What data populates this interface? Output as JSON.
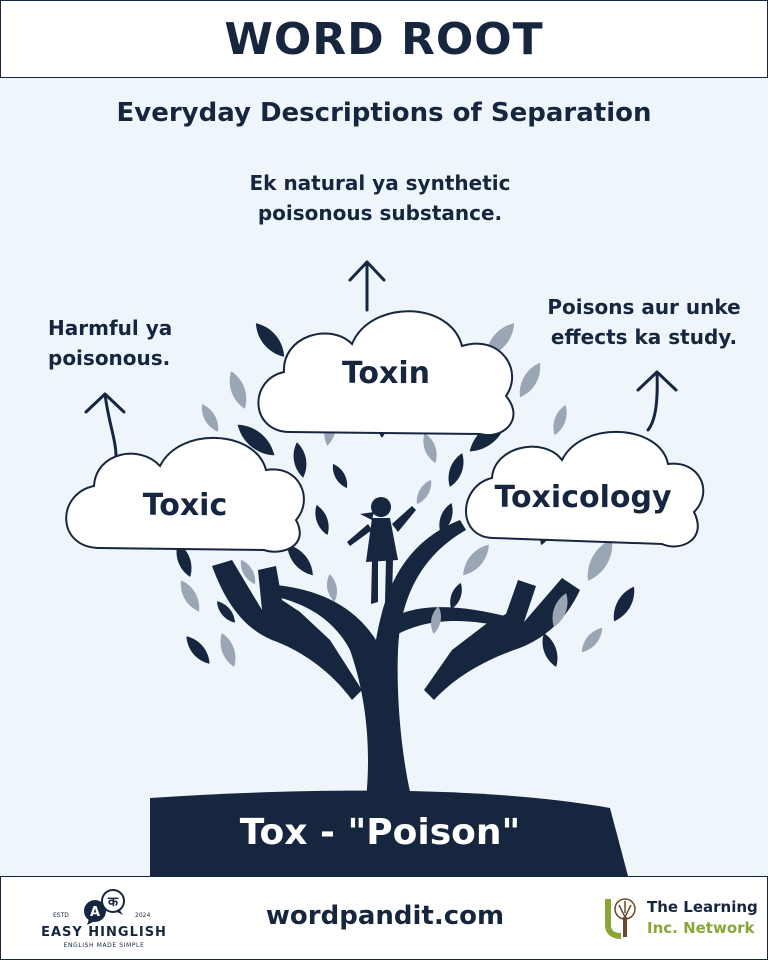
{
  "header": {
    "title": "WORD ROOT"
  },
  "subtitle": "Everyday Descriptions of Separation",
  "tree": {
    "root": {
      "label": "Tox - \"Poison\""
    },
    "words": [
      {
        "word": "Toxin",
        "meaning": "Ek natural ya synthetic poisonous substance."
      },
      {
        "word": "Toxic",
        "meaning": "Harmful ya poisonous."
      },
      {
        "word": "Toxicology",
        "meaning": "Poisons aur unke effects ka study."
      }
    ]
  },
  "footer": {
    "website": "wordpandit.com",
    "left_logo": {
      "brand": "EASY HINGLISH",
      "tagline": "ENGLISH MADE SIMPLE",
      "estd": "ESTD",
      "year": "2024",
      "glyph_a": "A",
      "glyph_b": "क"
    },
    "right_logo": {
      "line1": "The Learning",
      "line2": "Inc. Network"
    }
  },
  "colors": {
    "navy": "#16263f",
    "background": "#eef6fc",
    "leaf_grey": "#9aa6b3",
    "olive": "#8aa636",
    "brown": "#6b4a2b"
  }
}
